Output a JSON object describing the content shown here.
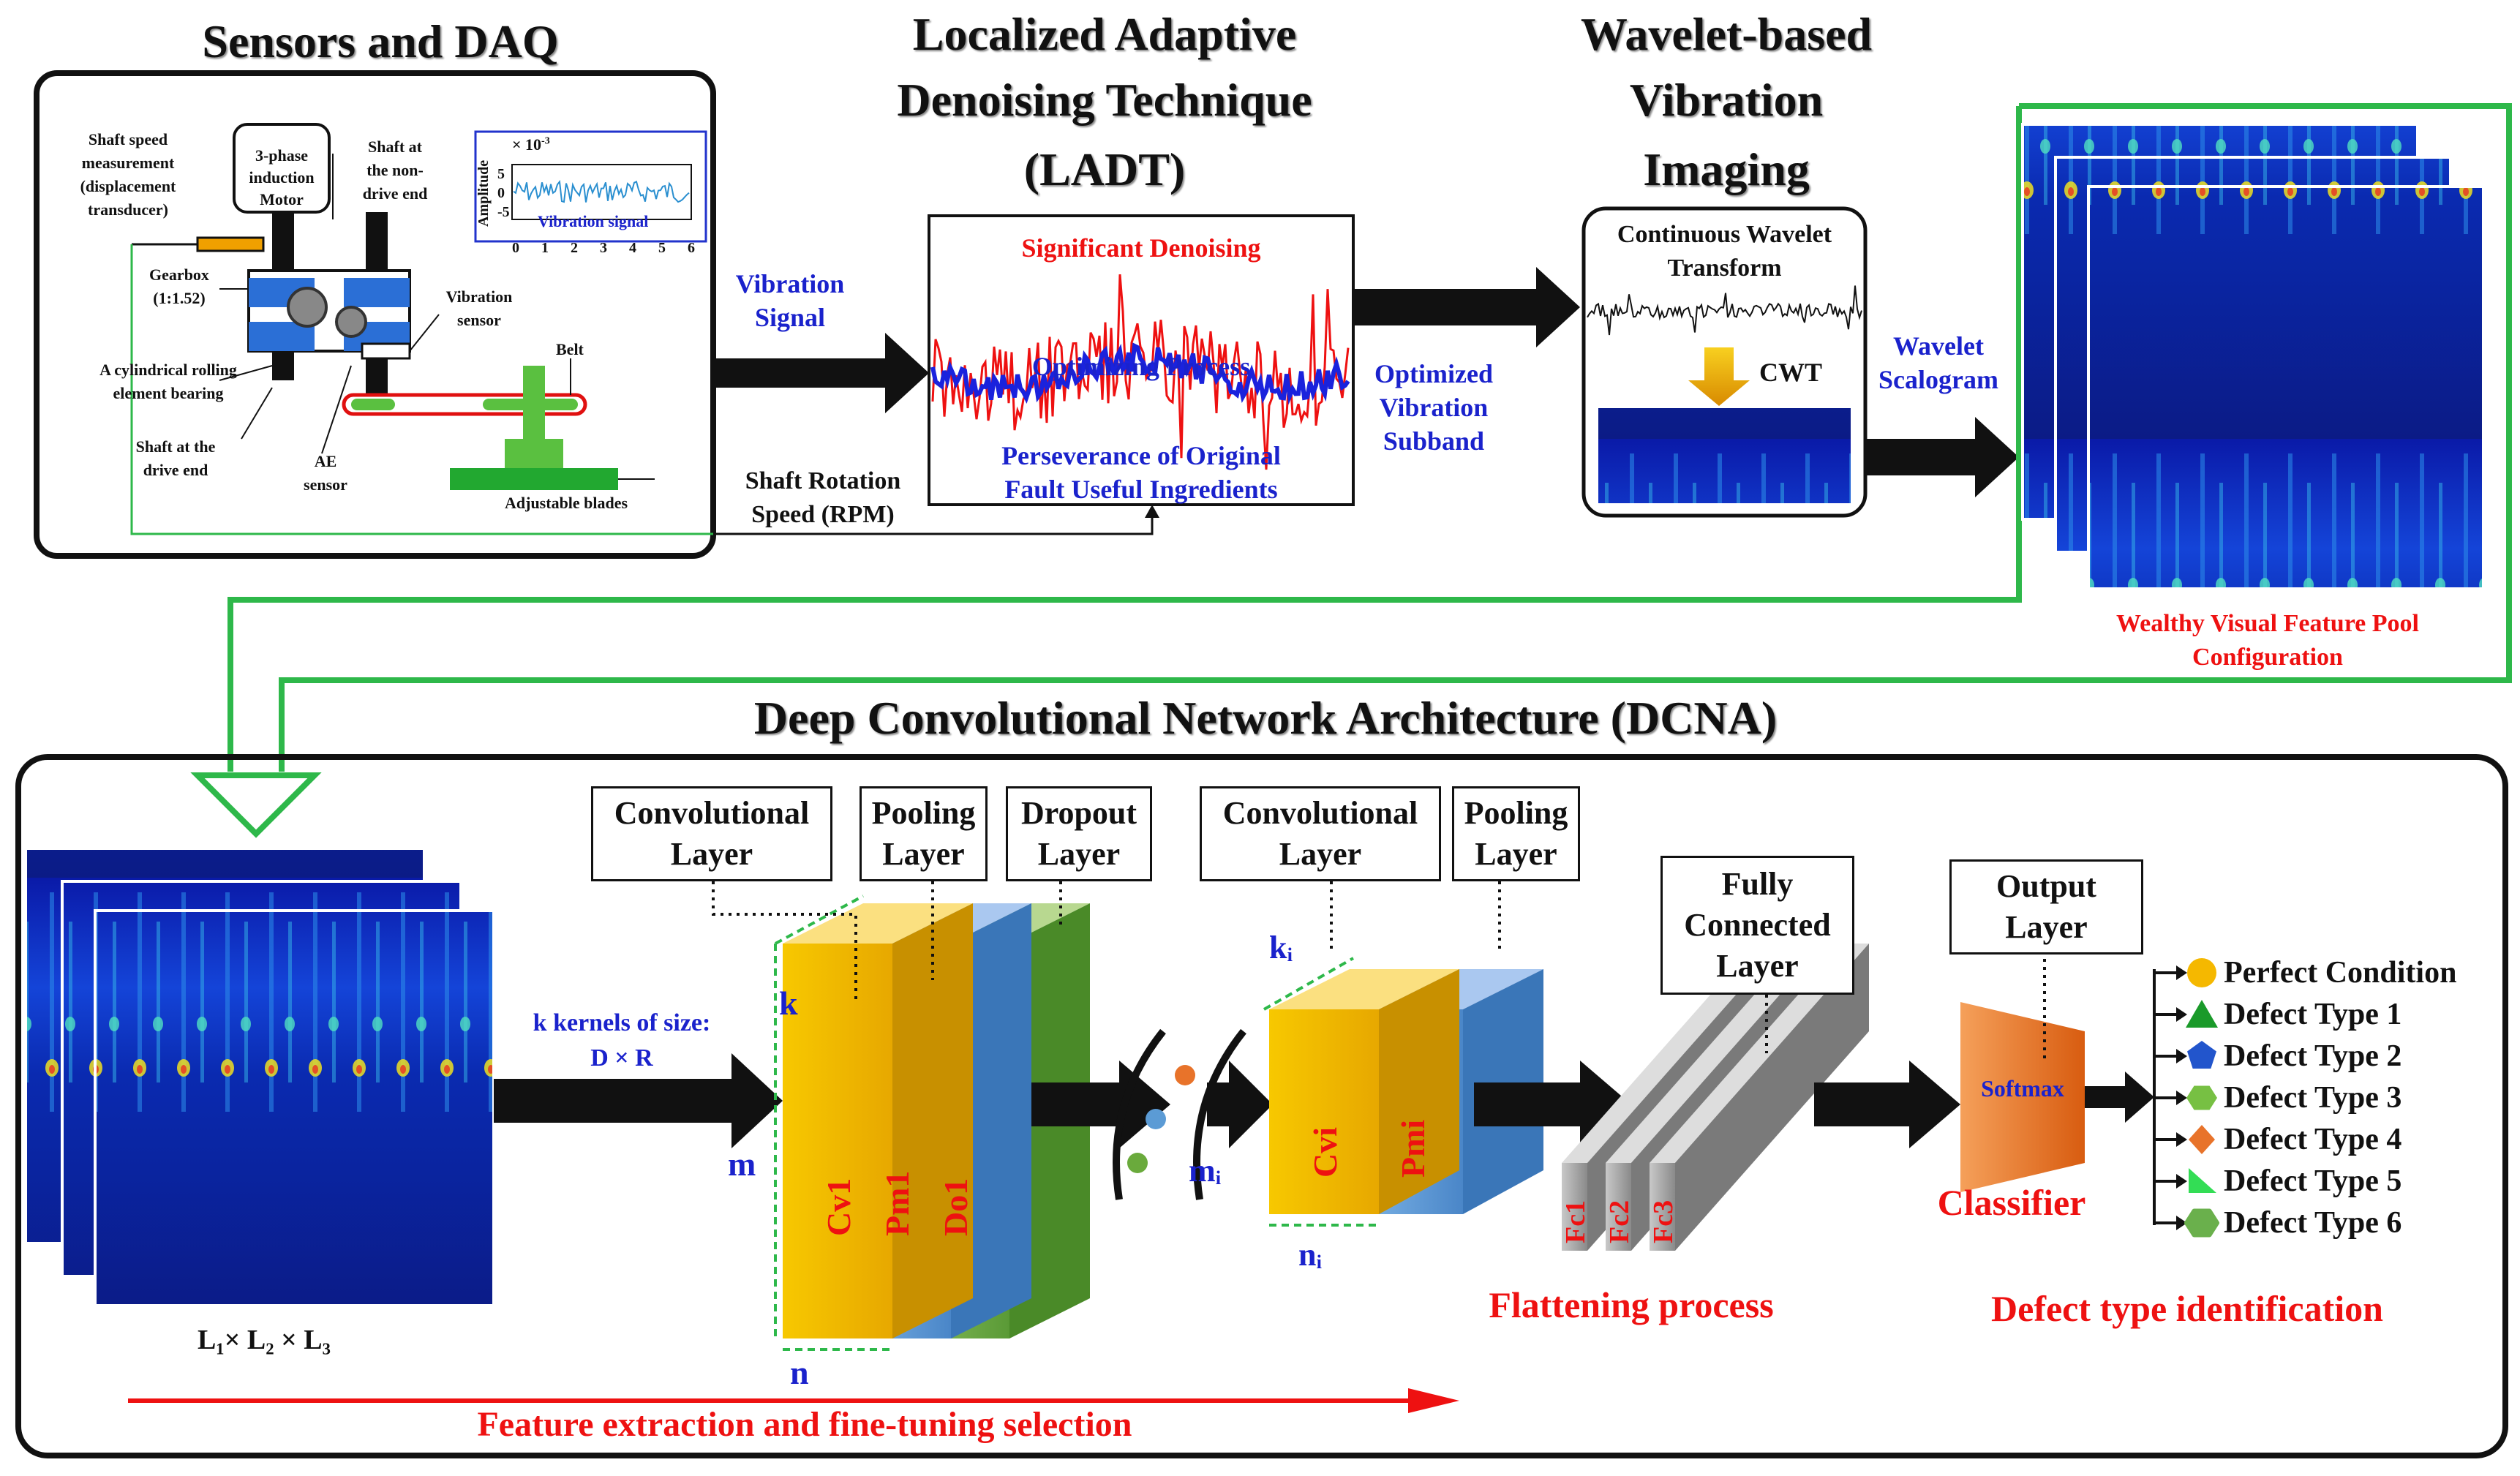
{
  "stages": {
    "sensors_title": "Sensors and DAQ",
    "ladt_title_1": "Localized Adaptive",
    "ladt_title_2": "Denoising Technique",
    "ladt_title_3": "(LADT)",
    "wavelet_title_1": "Wavelet-based",
    "wavelet_title_2": "Vibration",
    "wavelet_title_3": "Imaging",
    "dcna_title": "Deep Convolutional Network Architecture (DCNA)"
  },
  "rig": {
    "shaft_speed_1": "Shaft speed",
    "shaft_speed_2": "measurement",
    "shaft_speed_3": "(displacement",
    "shaft_speed_4": "transducer)",
    "motor_1": "3-phase",
    "motor_2": "induction",
    "motor_3": "Motor",
    "nondrive_1": "Shaft at",
    "nondrive_2": "the non-",
    "nondrive_3": "drive end",
    "gearbox_1": "Gearbox",
    "gearbox_2": "(1:1.52)",
    "vib_sensor_1": "Vibration",
    "vib_sensor_2": "sensor",
    "belt": "Belt",
    "bearing_1": "A cylindrical rolling",
    "bearing_2": "element bearing",
    "drive_1": "Shaft at the",
    "drive_2": "drive end",
    "ae_1": "AE",
    "ae_2": "sensor",
    "blades": "Adjustable blades"
  },
  "inset_plot": {
    "ylabel": "Amplitude",
    "scale": "× 10",
    "scale_exp": "-3",
    "yticks": [
      "5",
      "0",
      "-5"
    ],
    "xticks": [
      "0",
      "1",
      "2",
      "3",
      "4",
      "5",
      "6"
    ],
    "legend": "Vibration signal"
  },
  "flow_labels": {
    "vibration_signal_1": "Vibration",
    "vibration_signal_2": "Signal",
    "shaft_rotation_1": "Shaft Rotation",
    "shaft_rotation_2": "Speed (RPM)",
    "optimized_1": "Optimized",
    "optimized_2": "Vibration",
    "optimized_3": "Subband",
    "wavelet_scalogram_1": "Wavelet",
    "wavelet_scalogram_2": "Scalogram"
  },
  "ladt_box": {
    "significant": "Significant Denoising",
    "optimizing": "Optimizing Process",
    "persev_1": "Perseverance of Original",
    "persev_2": "Fault Useful Ingredients"
  },
  "cwt_box": {
    "title_1": "Continuous Wavelet",
    "title_2": "Transform",
    "cwt": "CWT"
  },
  "feature_pool": {
    "line_1": "Wealthy Visual Feature Pool",
    "line_2": "Configuration"
  },
  "dcna": {
    "input_dims": "L₁× L₂ × L₃",
    "kernels_1": "k kernels of size:",
    "kernels_2": "D × R",
    "conv_label_1": "Convolutional",
    "conv_label_2": "Layer",
    "pool_label_1": "Pooling",
    "pool_label_2": "Layer",
    "dropout_label_1": "Dropout",
    "dropout_label_2": "Layer",
    "conv2_label_1": "Convolutional",
    "conv2_label_2": "Layer",
    "pool2_label_1": "Pooling",
    "pool2_label_2": "Layer",
    "fc_label_1": "Fully",
    "fc_label_2": "Connected",
    "fc_label_3": "Layer",
    "output_label_1": "Output",
    "output_label_2": "Layer",
    "cv1": "Cv1",
    "pm1": "Pm1",
    "do1": "Do1",
    "cvi": "Cvi",
    "pmi": "Pmi",
    "fc1": "Fc1",
    "fc2": "Fc2",
    "fc3": "Fc3",
    "k": "k",
    "m": "m",
    "n": "n",
    "ki": "kᵢ",
    "mi": "mᵢ",
    "ni": "nᵢ",
    "softmax": "Softmax",
    "classifier": "Classifier",
    "flattening": "Flattening process",
    "defect_identification": "Defect type identification",
    "feature_extraction": "Feature extraction and fine-tuning selection"
  },
  "classes": [
    {
      "label": "Perfect Condition",
      "shape": "circle",
      "color": "#f5b800"
    },
    {
      "label": "Defect Type 1",
      "shape": "triangle",
      "color": "#1a9a2a"
    },
    {
      "label": "Defect Type 2",
      "shape": "pentagon",
      "color": "#2255cc"
    },
    {
      "label": "Defect Type 3",
      "shape": "hexagon",
      "color": "#77c043"
    },
    {
      "label": "Defect Type 4",
      "shape": "diamond",
      "color": "#e8732a"
    },
    {
      "label": "Defect Type 5",
      "shape": "right-triangle",
      "color": "#33dd55"
    },
    {
      "label": "Defect Type 6",
      "shape": "rounded-hexagon",
      "color": "#6ab04c"
    }
  ],
  "colors": {
    "arrow": "#111111",
    "green_flow": "#2eb84a",
    "conv_layer": "#f5b800",
    "pool_layer": "#5b9bd5",
    "dropout_layer": "#6aaa3c",
    "fc_layer": "#9a9a9a",
    "softmax": "#e8732a",
    "title_red": "#ee1111",
    "title_blue": "#1a22cc"
  }
}
